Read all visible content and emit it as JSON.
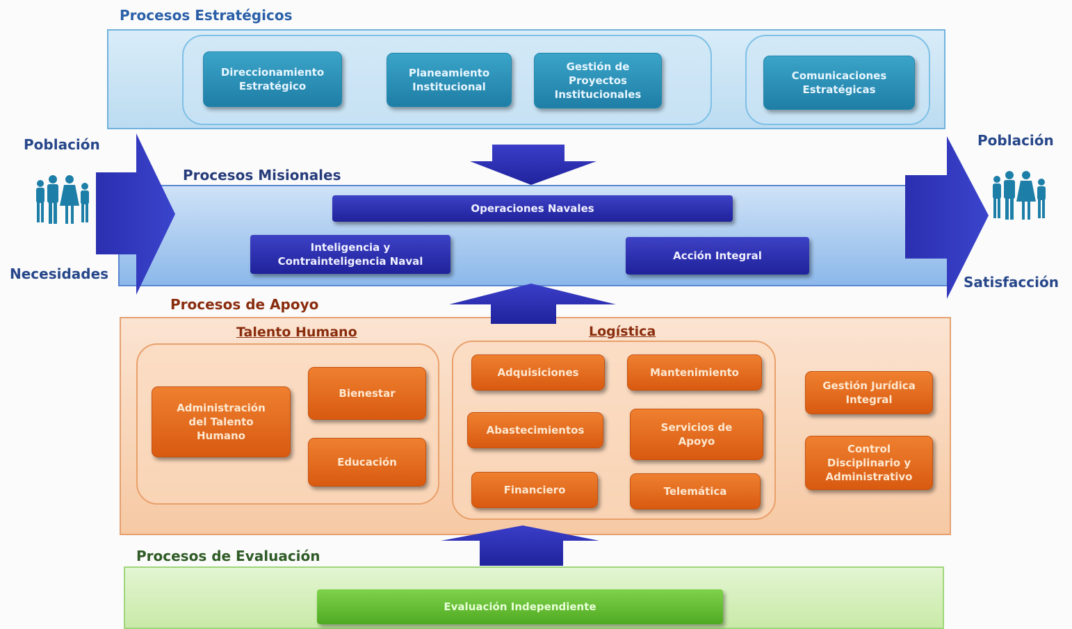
{
  "colors": {
    "strategic": "#bcdcf1",
    "mission": "#8cb8ea",
    "support": "#f6c9a4",
    "evaluation": "#c9eaa8",
    "arrow": "#2b2fb0",
    "people_icon": "#1d7fa8"
  },
  "strategic": {
    "title": "Procesos Estratégicos",
    "boxes": [
      "Direccionamiento\nEstratégico",
      "Planeamiento\nInstitucional",
      "Gestión de\nProyectos\nInstitucionales",
      "Comunicaciones\nEstratégicas"
    ]
  },
  "mission": {
    "title": "Procesos Misionales",
    "boxes": [
      "Operaciones Navales",
      "Inteligencia y\nContrainteligencia Naval",
      "Acción Integral"
    ]
  },
  "left": {
    "top": "Población",
    "bottom": "Necesidades",
    "icon": "people-icon"
  },
  "right": {
    "top": "Población",
    "bottom": "Satisfacción",
    "icon": "people-icon"
  },
  "support": {
    "title": "Procesos de Apoyo",
    "talento": {
      "title": "Talento Humano",
      "boxes": [
        "Administración\ndel Talento\nHumano",
        "Bienestar",
        "Educación"
      ]
    },
    "logistica": {
      "title": "Logística",
      "boxes": [
        "Adquisiciones",
        "Mantenimiento",
        "Abastecimientos",
        "Servicios de\nApoyo",
        "Financiero",
        "Telemática"
      ]
    },
    "other": [
      "Gestión Jurídica\nIntegral",
      "Control\nDisciplinario y\nAdministrativo"
    ]
  },
  "evaluation": {
    "title": "Procesos de Evaluación",
    "boxes": [
      "Evaluación Independiente"
    ]
  }
}
